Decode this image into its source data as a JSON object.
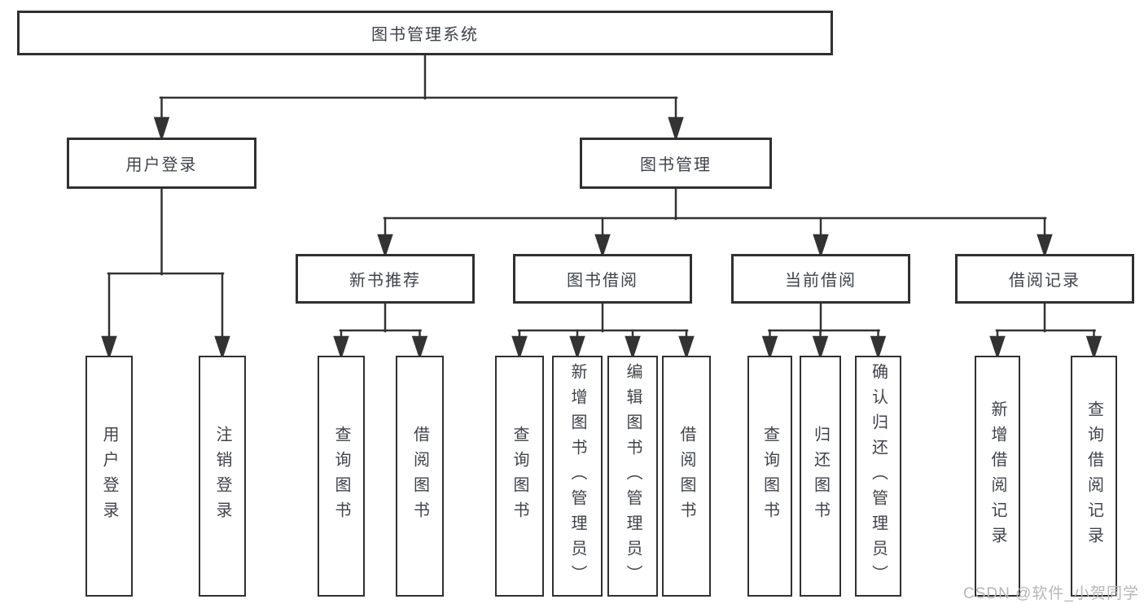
{
  "diagram": {
    "root": {
      "label": "图书管理系统"
    },
    "level2": [
      {
        "label": "用户登录"
      },
      {
        "label": "图书管理"
      }
    ],
    "level3": [
      {
        "label": "新书推荐"
      },
      {
        "label": "图书借阅"
      },
      {
        "label": "当前借阅"
      },
      {
        "label": "借阅记录"
      }
    ],
    "leaves": {
      "user_login": [
        "用户登录",
        "注销登录"
      ],
      "new_books": [
        "查询图书",
        "借阅图书"
      ],
      "book_borrow": [
        "查询图书",
        "新增图书（管理员）",
        "编辑图书（管理员）",
        "借阅图书"
      ],
      "current_borrow": [
        "查询图书",
        "归还图书",
        "确认归还（管理员）"
      ],
      "borrow_records": [
        "新增借阅记录",
        "查询借阅记录"
      ]
    },
    "watermark": "CSDN @软件_小贺同学",
    "colors": {
      "line": "#333333",
      "box_border": "#303030",
      "text": "#3f434a",
      "watermark": "#b4b6b9",
      "background": "#ffffff"
    }
  }
}
